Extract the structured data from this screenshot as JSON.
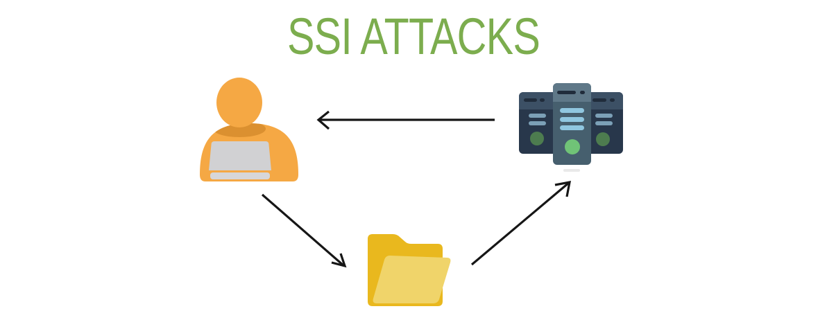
{
  "title": {
    "text": "SSI ATTACKS"
  },
  "colors": {
    "background": "#FFFFFF",
    "title-green": "#7CAD4E",
    "arrow-black": "#161616",
    "person-orange": "#F5A844",
    "person-shadow": "#DB9030",
    "laptop-screen": "#D1D1D3",
    "laptop-base": "#D7D7D9",
    "server-side-body": "#28374B",
    "server-side-header": "#3C5065",
    "server-center-body": "#465F6E",
    "server-center-header": "#5F7888",
    "server-dash-dark": "#202C3B",
    "server-bar-dim": "#7CA0B7",
    "server-bar-bright": "#90C7E0",
    "server-led-dim": "#4D7C4F",
    "server-led-bright": "#70C377",
    "server-shadow": "#E9E9E9",
    "folder-back": "#E9B81E",
    "folder-front": "#F0D46A"
  },
  "diagram": {
    "nodes": [
      {
        "id": "attacker",
        "icon": "person-at-laptop-icon"
      },
      {
        "id": "server",
        "icon": "server-rack-icon"
      },
      {
        "id": "folder",
        "icon": "open-folder-icon"
      }
    ],
    "edges": [
      {
        "from": "server",
        "to": "attacker"
      },
      {
        "from": "attacker",
        "to": "folder"
      },
      {
        "from": "folder",
        "to": "server"
      }
    ]
  }
}
